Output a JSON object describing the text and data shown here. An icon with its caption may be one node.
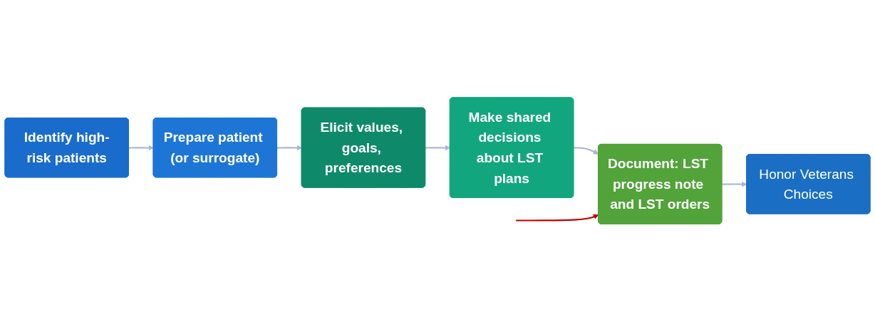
{
  "diagram": {
    "nodes": [
      {
        "text": [
          "Identify high-risk patients"
        ]
      },
      {
        "text": [
          "Prepare patient (or surrogate)"
        ]
      },
      {
        "text": [
          "Elicit values, goals, preferences"
        ]
      },
      {
        "text": [
          "Make shared decisions about LST plans"
        ]
      },
      {
        "text": [
          "Document: LST progress note and LST orders"
        ]
      },
      {
        "text": [
          "Honor Veterans Choices"
        ]
      }
    ],
    "edges": [
      {
        "from": 0,
        "to": 1,
        "arrow": "to"
      },
      {
        "from": 1,
        "to": 2,
        "arrow": "to"
      },
      {
        "from": 2,
        "to": 3,
        "arrow": "to"
      },
      {
        "from": 3,
        "to": 4,
        "arrow": "to"
      },
      {
        "from": 4,
        "to": 5,
        "arrow": "to"
      },
      {
        "from": null,
        "to": 4,
        "arrow": "to",
        "color": "#c00000"
      }
    ]
  }
}
